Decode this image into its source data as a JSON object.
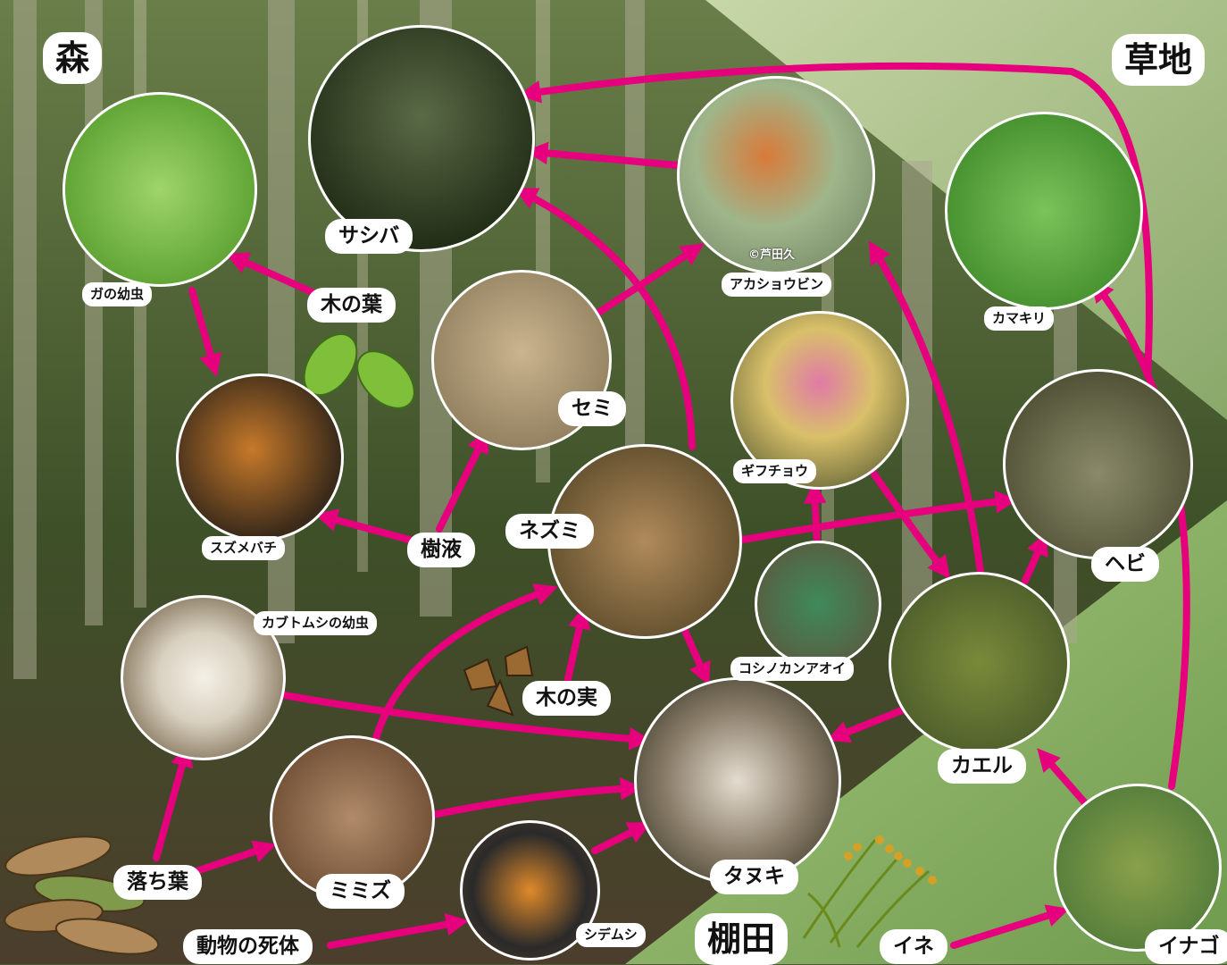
{
  "regions": {
    "forest": "森",
    "grassland": "草地",
    "terraced_paddy": "棚田"
  },
  "organisms": {
    "sashiba": "サシバ",
    "moth_larva": "ガの幼虫",
    "akashoubin": "アカショウビン",
    "kamakiri": "カマキリ",
    "semi": "セミ",
    "suzumebachi": "スズメバチ",
    "nezumi": "ネズミ",
    "gifuchou": "ギフチョウ",
    "hebi": "ヘビ",
    "koshinokanaoi": "コシノカンアオイ",
    "kabutomushi_larva": "カブトムシの幼虫",
    "kaeru": "カエル",
    "tanuki": "タヌキ",
    "mimizu": "ミミズ",
    "shidemushi": "シデムシ",
    "inago": "イナゴ"
  },
  "resources": {
    "leaves": "木の葉",
    "sap": "樹液",
    "nuts": "木の実",
    "fallen_leaves": "落ち葉",
    "carcass": "動物の死体",
    "rice": "イネ"
  },
  "photo_credit": "©芦田久",
  "colors": {
    "arrow": "#e6007e",
    "forest": "#3d5128",
    "grass": "#9bb07a",
    "paddy": "#7aa05a"
  }
}
